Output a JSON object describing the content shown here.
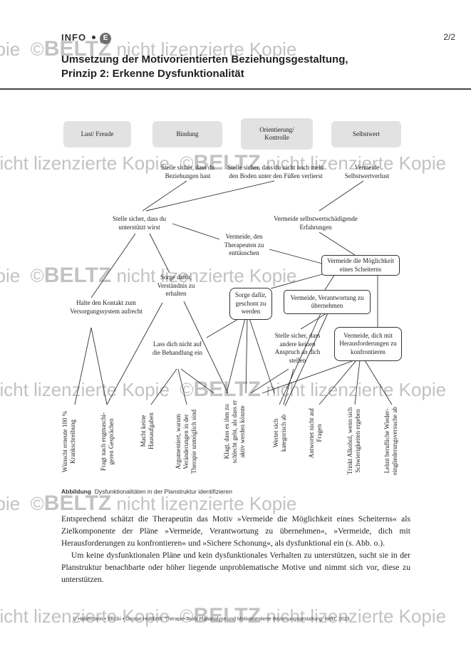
{
  "header": {
    "info": "INFO",
    "badge": "E",
    "page": "2/2",
    "title_line1": "Umsetzung der Motivorientierten Beziehungsgestaltung,",
    "title_line2": "Prinzip 2: Erkenne Dysfunktionalität"
  },
  "categories": [
    "Lust/ Freude",
    "Bindung",
    "Orientierung/ Kontrolle",
    "Selbstwert"
  ],
  "level1": {
    "bindung": "Stelle sicher, dass du Beziehungen hast",
    "kontrolle": "Stelle sicher, dass du nicht noch mehr den Boden unter den Füßen verlierst",
    "selbstwert": "Vermeide Selbstwertverlust"
  },
  "level2": {
    "unterstuetzt": "Stelle sicher, dass du unterstützt wirst",
    "erfahrungen": "Vermeide selbstwertschädigende Erfahrungen",
    "therapeuten": "Vermeide, den Therapeuten zu enttäuschen"
  },
  "level3": {
    "scheitern": "Vermeide die Möglichkeit eines Scheiterns",
    "verstaendnis": "Sorge dafür, Verständnis zu erhalten",
    "geschont": "Sorge dafür, geschont zu werden",
    "verantwortung": "Vermeide, Verantwortung zu übernehmen",
    "kontakt": "Halte den Kontakt zum Versorgungssystem aufrecht",
    "ansprueche": "Stelle sicher, dass andere keinen Anspruch an dich stellen",
    "herausforderungen": "Vermeide, dich mit Herausforderungen zu konfrontieren",
    "behandlung": "Lass dich nicht auf die Behandlung ein"
  },
  "behaviors": [
    "Wünscht erneute 100 % Krankschreibung",
    "Fragt nach engmaschi-geren Gesprächen",
    "Macht keine Hausaufgaben",
    "Argumentiert, warum Veränderungen in der Therapie unmöglich sind",
    "Klagt, dass es ihm zu schlecht geht, als dass er aktiv werden könnte",
    "Wertet sich kategorisch ab",
    "Antwortet nicht auf Fragen",
    "Trinkt Alkohol, wenn sich Schwierigkeiten ergeben",
    "Lehnt berufliche Wieder-eingliederungsversuche ab"
  ],
  "caption": {
    "label": "Abbildung",
    "text": "Dysfunktionalitäten in der Planstruktur identifizieren"
  },
  "body": {
    "p1": "Entsprechend schätzt die Therapeutin das Motiv »Vermeide die Möglichkeit eines Scheiterns« als Zielkomponente der Pläne »Vermeide, Verantwortung zu übernehmen«, »Vermeide, dich mit Herausforderungen zu konfrontieren« und »Sichere Schonung«, als dysfunktional ein (s. Abb. o.).",
    "p2": "Um keine dysfunktionalen Pläne und kein dysfunktionales Verhalten zu unterstützen, sucht sie in der Planstruktur benachbarte oder höher liegende unproblematische Motive und nimmt sich vor, diese zu unterstützen."
  },
  "footer": "© Habenstein • Stucki • Grosse Holtforth: Therapie-Tools Plananalyse und Motivorientierte Beziehungsgestaltung. Beltz, 2023",
  "watermark": {
    "brand": "BELTZ",
    "text": "nicht lizenzierte Kopie"
  },
  "colors": {
    "category_fill": "#e2e2e2",
    "rule": "#444444",
    "line": "#333333"
  }
}
